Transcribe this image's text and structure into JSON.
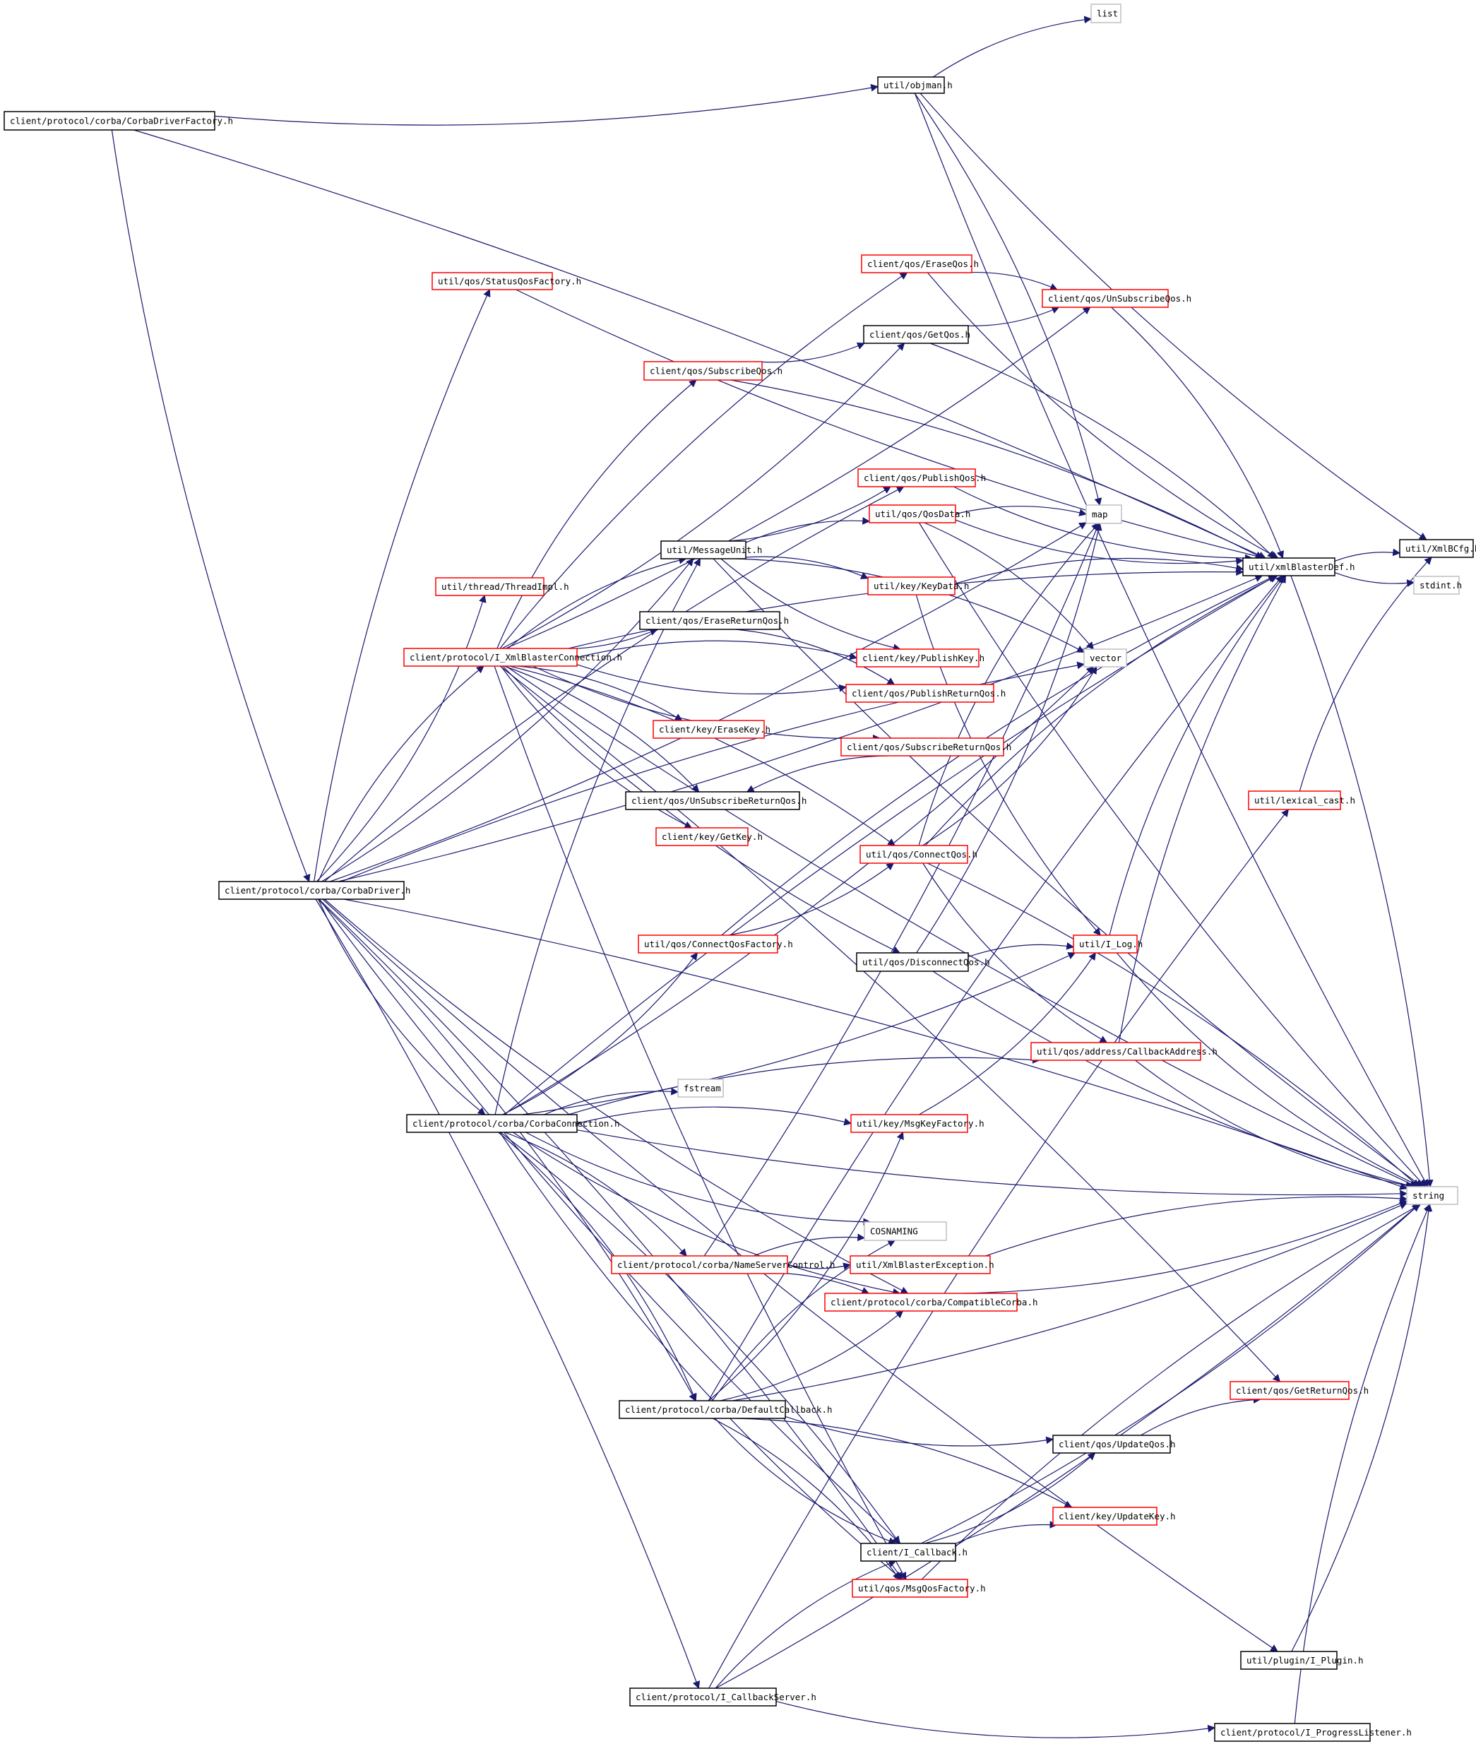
{
  "diagram": {
    "colors": {
      "edge": "#191970",
      "node_border_default": "#000000",
      "node_border_truncated": "#ff0000",
      "node_border_external": "#bfbfbf",
      "root_fill": "#bfbfbf"
    },
    "nodes": [
      {
        "id": "root",
        "label": "client/protocol/corba/CorbaDriverFactory.h",
        "kind": "root"
      },
      {
        "id": "objman",
        "label": "util/objman.h",
        "kind": "default"
      },
      {
        "id": "list",
        "label": "list",
        "kind": "external"
      },
      {
        "id": "xmlBlasterDef",
        "label": "util/xmlBlasterDef.h",
        "kind": "default"
      },
      {
        "id": "XmlBCfg",
        "label": "util/XmlBCfg.h",
        "kind": "default"
      },
      {
        "id": "stdint",
        "label": "stdint.h",
        "kind": "external"
      },
      {
        "id": "string",
        "label": "string",
        "kind": "external"
      },
      {
        "id": "map",
        "label": "map",
        "kind": "external"
      },
      {
        "id": "vector",
        "label": "vector",
        "kind": "external"
      },
      {
        "id": "fstream",
        "label": "fstream",
        "kind": "external"
      },
      {
        "id": "COSNAMING",
        "label": "COSNAMING",
        "kind": "external"
      },
      {
        "id": "StatusQosFactory",
        "label": "util/qos/StatusQosFactory.h",
        "kind": "truncated"
      },
      {
        "id": "EraseQos",
        "label": "client/qos/EraseQos.h",
        "kind": "truncated"
      },
      {
        "id": "UnSubscribeQos",
        "label": "client/qos/UnSubscribeQos.h",
        "kind": "truncated"
      },
      {
        "id": "GetQos",
        "label": "client/qos/GetQos.h",
        "kind": "default"
      },
      {
        "id": "SubscribeQos",
        "label": "client/qos/SubscribeQos.h",
        "kind": "truncated"
      },
      {
        "id": "PublishQos",
        "label": "client/qos/PublishQos.h",
        "kind": "truncated"
      },
      {
        "id": "QosData",
        "label": "util/qos/QosData.h",
        "kind": "truncated"
      },
      {
        "id": "MessageUnit",
        "label": "util/MessageUnit.h",
        "kind": "default"
      },
      {
        "id": "ThreadImpl",
        "label": "util/thread/ThreadImpl.h",
        "kind": "truncated"
      },
      {
        "id": "KeyData",
        "label": "util/key/KeyData.h",
        "kind": "truncated"
      },
      {
        "id": "EraseReturnQos",
        "label": "client/qos/EraseReturnQos.h",
        "kind": "default"
      },
      {
        "id": "I_XmlBlasterConnection",
        "label": "client/protocol/I_XmlBlasterConnection.h",
        "kind": "truncated"
      },
      {
        "id": "PublishKey",
        "label": "client/key/PublishKey.h",
        "kind": "truncated"
      },
      {
        "id": "PublishReturnQos",
        "label": "client/qos/PublishReturnQos.h",
        "kind": "truncated"
      },
      {
        "id": "EraseKey",
        "label": "client/key/EraseKey.h",
        "kind": "truncated"
      },
      {
        "id": "SubscribeReturnQos",
        "label": "client/qos/SubscribeReturnQos.h",
        "kind": "truncated"
      },
      {
        "id": "UnSubscribeReturnQos",
        "label": "client/qos/UnSubscribeReturnQos.h",
        "kind": "default"
      },
      {
        "id": "lexical_cast",
        "label": "util/lexical_cast.h",
        "kind": "truncated"
      },
      {
        "id": "GetKey",
        "label": "client/key/GetKey.h",
        "kind": "truncated"
      },
      {
        "id": "ConnectQos",
        "label": "util/qos/ConnectQos.h",
        "kind": "truncated"
      },
      {
        "id": "CorbaDriver",
        "label": "client/protocol/corba/CorbaDriver.h",
        "kind": "default"
      },
      {
        "id": "ConnectQosFactory",
        "label": "util/qos/ConnectQosFactory.h",
        "kind": "truncated"
      },
      {
        "id": "I_Log",
        "label": "util/I_Log.h",
        "kind": "truncated"
      },
      {
        "id": "DisconnectQos",
        "label": "util/qos/DisconnectQos.h",
        "kind": "default"
      },
      {
        "id": "CallbackAddress",
        "label": "util/qos/address/CallbackAddress.h",
        "kind": "truncated"
      },
      {
        "id": "CorbaConnection",
        "label": "client/protocol/corba/CorbaConnection.h",
        "kind": "default"
      },
      {
        "id": "MsgKeyFactory",
        "label": "util/key/MsgKeyFactory.h",
        "kind": "truncated"
      },
      {
        "id": "NameServerControl",
        "label": "client/protocol/corba/NameServerControl.h",
        "kind": "truncated"
      },
      {
        "id": "XmlBlasterException",
        "label": "util/XmlBlasterException.h",
        "kind": "truncated"
      },
      {
        "id": "CompatibleCorba",
        "label": "client/protocol/corba/CompatibleCorba.h",
        "kind": "truncated"
      },
      {
        "id": "GetReturnQos",
        "label": "client/qos/GetReturnQos.h",
        "kind": "truncated"
      },
      {
        "id": "DefaultCallback",
        "label": "client/protocol/corba/DefaultCallback.h",
        "kind": "default"
      },
      {
        "id": "UpdateQos",
        "label": "client/qos/UpdateQos.h",
        "kind": "default"
      },
      {
        "id": "UpdateKey",
        "label": "client/key/UpdateKey.h",
        "kind": "truncated"
      },
      {
        "id": "I_Callback",
        "label": "client/I_Callback.h",
        "kind": "default"
      },
      {
        "id": "MsgQosFactory",
        "label": "util/qos/MsgQosFactory.h",
        "kind": "truncated"
      },
      {
        "id": "I_Plugin",
        "label": "util/plugin/I_Plugin.h",
        "kind": "default"
      },
      {
        "id": "I_CallbackServer",
        "label": "client/protocol/I_CallbackServer.h",
        "kind": "default"
      },
      {
        "id": "I_ProgressListener",
        "label": "client/protocol/I_ProgressListener.h",
        "kind": "default"
      }
    ],
    "edges": [
      [
        "root",
        "objman"
      ],
      [
        "root",
        "xmlBlasterDef"
      ],
      [
        "root",
        "CorbaDriver"
      ],
      [
        "objman",
        "list"
      ],
      [
        "objman",
        "XmlBCfg"
      ],
      [
        "objman",
        "map"
      ],
      [
        "objman",
        "string"
      ],
      [
        "xmlBlasterDef",
        "XmlBCfg"
      ],
      [
        "xmlBlasterDef",
        "stdint"
      ],
      [
        "xmlBlasterDef",
        "string"
      ],
      [
        "StatusQosFactory",
        "xmlBlasterDef"
      ],
      [
        "EraseQos",
        "UnSubscribeQos"
      ],
      [
        "EraseQos",
        "xmlBlasterDef"
      ],
      [
        "UnSubscribeQos",
        "xmlBlasterDef"
      ],
      [
        "GetQos",
        "UnSubscribeQos"
      ],
      [
        "GetQos",
        "xmlBlasterDef"
      ],
      [
        "SubscribeQos",
        "GetQos"
      ],
      [
        "SubscribeQos",
        "xmlBlasterDef"
      ],
      [
        "PublishQos",
        "xmlBlasterDef"
      ],
      [
        "QosData",
        "map"
      ],
      [
        "QosData",
        "xmlBlasterDef"
      ],
      [
        "QosData",
        "vector"
      ],
      [
        "QosData",
        "string"
      ],
      [
        "MessageUnit",
        "QosData"
      ],
      [
        "MessageUnit",
        "PublishQos"
      ],
      [
        "MessageUnit",
        "KeyData"
      ],
      [
        "MessageUnit",
        "PublishKey"
      ],
      [
        "MessageUnit",
        "vector"
      ],
      [
        "MessageUnit",
        "string"
      ],
      [
        "KeyData",
        "xmlBlasterDef"
      ],
      [
        "KeyData",
        "I_Log"
      ],
      [
        "EraseReturnQos",
        "PublishReturnQos"
      ],
      [
        "SubscribeReturnQos",
        "UnSubscribeReturnQos"
      ],
      [
        "I_XmlBlasterConnection",
        "MessageUnit"
      ],
      [
        "I_XmlBlasterConnection",
        "EraseReturnQos"
      ],
      [
        "I_XmlBlasterConnection",
        "PublishKey"
      ],
      [
        "I_XmlBlasterConnection",
        "PublishReturnQos"
      ],
      [
        "I_XmlBlasterConnection",
        "EraseKey"
      ],
      [
        "I_XmlBlasterConnection",
        "SubscribeReturnQos"
      ],
      [
        "I_XmlBlasterConnection",
        "UnSubscribeReturnQos"
      ],
      [
        "I_XmlBlasterConnection",
        "GetKey"
      ],
      [
        "I_XmlBlasterConnection",
        "ConnectQos"
      ],
      [
        "I_XmlBlasterConnection",
        "DisconnectQos"
      ],
      [
        "I_XmlBlasterConnection",
        "SubscribeQos"
      ],
      [
        "I_XmlBlasterConnection",
        "GetQos"
      ],
      [
        "I_XmlBlasterConnection",
        "EraseQos"
      ],
      [
        "I_XmlBlasterConnection",
        "UnSubscribeQos"
      ],
      [
        "I_XmlBlasterConnection",
        "xmlBlasterDef"
      ],
      [
        "I_XmlBlasterConnection",
        "string"
      ],
      [
        "I_XmlBlasterConnection",
        "GetReturnQos"
      ],
      [
        "I_XmlBlasterConnection",
        "MsgQosFactory"
      ],
      [
        "ConnectQos",
        "map"
      ],
      [
        "ConnectQos",
        "vector"
      ],
      [
        "ConnectQos",
        "xmlBlasterDef"
      ],
      [
        "ConnectQos",
        "CallbackAddress"
      ],
      [
        "ConnectQos",
        "string"
      ],
      [
        "ConnectQosFactory",
        "ConnectQos"
      ],
      [
        "ConnectQosFactory",
        "xmlBlasterDef"
      ],
      [
        "DisconnectQos",
        "map"
      ],
      [
        "DisconnectQos",
        "I_Log"
      ],
      [
        "DisconnectQos",
        "string"
      ],
      [
        "I_Log",
        "xmlBlasterDef"
      ],
      [
        "I_Log",
        "string"
      ],
      [
        "CallbackAddress",
        "xmlBlasterDef"
      ],
      [
        "CallbackAddress",
        "string"
      ],
      [
        "lexical_cast",
        "XmlBCfg"
      ],
      [
        "MsgKeyFactory",
        "I_Log"
      ],
      [
        "NameServerControl",
        "COSNAMING"
      ],
      [
        "NameServerControl",
        "XmlBlasterException"
      ],
      [
        "NameServerControl",
        "CompatibleCorba"
      ],
      [
        "NameServerControl",
        "map"
      ],
      [
        "XmlBlasterException",
        "string"
      ],
      [
        "CompatibleCorba",
        "string"
      ],
      [
        "UpdateQos",
        "GetReturnQos"
      ],
      [
        "I_Callback",
        "UpdateQos"
      ],
      [
        "I_Callback",
        "UpdateKey"
      ],
      [
        "I_Callback",
        "string"
      ],
      [
        "MsgQosFactory",
        "string"
      ],
      [
        "I_Plugin",
        "string"
      ],
      [
        "CorbaDriver",
        "StatusQosFactory"
      ],
      [
        "CorbaDriver",
        "ThreadImpl"
      ],
      [
        "CorbaDriver",
        "I_XmlBlasterConnection"
      ],
      [
        "CorbaDriver",
        "CorbaConnection"
      ],
      [
        "CorbaDriver",
        "DefaultCallback"
      ],
      [
        "CorbaDriver",
        "I_Callback"
      ],
      [
        "CorbaDriver",
        "MsgQosFactory"
      ],
      [
        "CorbaDriver",
        "I_Plugin"
      ],
      [
        "CorbaDriver",
        "I_CallbackServer"
      ],
      [
        "CorbaDriver",
        "xmlBlasterDef"
      ],
      [
        "CorbaDriver",
        "string"
      ],
      [
        "CorbaDriver",
        "MessageUnit"
      ],
      [
        "CorbaDriver",
        "PublishQos"
      ],
      [
        "CorbaDriver",
        "map"
      ],
      [
        "CorbaDriver",
        "vector"
      ],
      [
        "CorbaDriver",
        "CompatibleCorba"
      ],
      [
        "CorbaConnection",
        "fstream"
      ],
      [
        "CorbaConnection",
        "ConnectQosFactory"
      ],
      [
        "CorbaConnection",
        "MsgKeyFactory"
      ],
      [
        "CorbaConnection",
        "COSNAMING"
      ],
      [
        "CorbaConnection",
        "NameServerControl"
      ],
      [
        "CorbaConnection",
        "CompatibleCorba"
      ],
      [
        "CorbaConnection",
        "DefaultCallback"
      ],
      [
        "CorbaConnection",
        "I_Log"
      ],
      [
        "CorbaConnection",
        "CallbackAddress"
      ],
      [
        "CorbaConnection",
        "string"
      ],
      [
        "CorbaConnection",
        "MessageUnit"
      ],
      [
        "CorbaConnection",
        "vector"
      ],
      [
        "CorbaConnection",
        "xmlBlasterDef"
      ],
      [
        "CorbaConnection",
        "MsgQosFactory"
      ],
      [
        "CorbaConnection",
        "I_Callback"
      ],
      [
        "DefaultCallback",
        "UpdateQos"
      ],
      [
        "DefaultCallback",
        "UpdateKey"
      ],
      [
        "DefaultCallback",
        "I_Callback"
      ],
      [
        "DefaultCallback",
        "MsgQosFactory"
      ],
      [
        "DefaultCallback",
        "MsgKeyFactory"
      ],
      [
        "DefaultCallback",
        "COSNAMING"
      ],
      [
        "DefaultCallback",
        "CompatibleCorba"
      ],
      [
        "DefaultCallback",
        "xmlBlasterDef"
      ],
      [
        "DefaultCallback",
        "string"
      ],
      [
        "I_CallbackServer",
        "I_Callback"
      ],
      [
        "I_CallbackServer",
        "I_ProgressListener"
      ],
      [
        "I_CallbackServer",
        "lexical_cast"
      ],
      [
        "I_CallbackServer",
        "string"
      ],
      [
        "I_ProgressListener",
        "string"
      ]
    ]
  }
}
